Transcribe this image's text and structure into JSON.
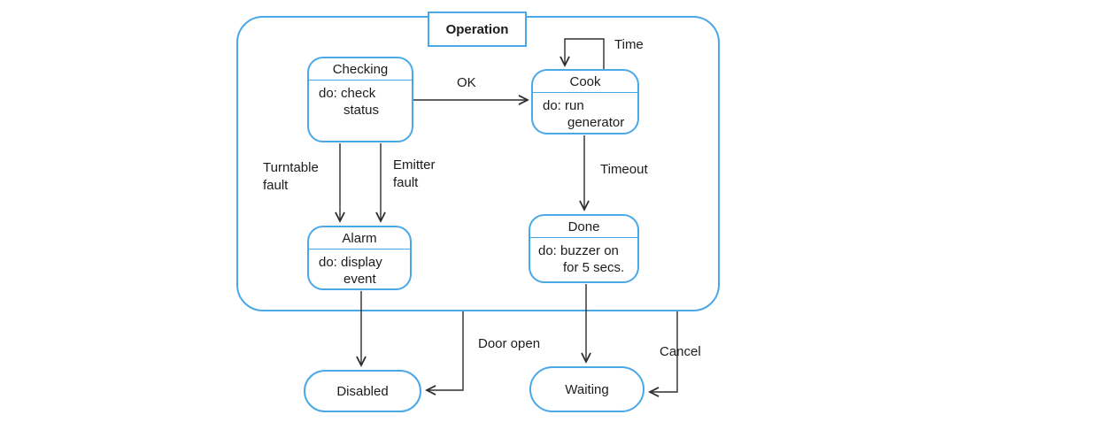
{
  "diagram": {
    "type": "uml-statechart",
    "title": "Operation",
    "colors": {
      "accent_blue": "#4aa8e8",
      "line_color": "#2e2e2e",
      "text_color": "#1c1c1c",
      "background": "#ffffff"
    },
    "composite_state": {
      "label": "Operation",
      "children": [
        "Checking",
        "Cook",
        "Alarm",
        "Done"
      ]
    },
    "states": {
      "checking": {
        "name": "Checking",
        "action": "do: check status",
        "action_lines": [
          "do: check",
          "status"
        ]
      },
      "cook": {
        "name": "Cook",
        "action": "do: run generator",
        "action_lines": [
          "do: run",
          "generator"
        ]
      },
      "alarm": {
        "name": "Alarm",
        "action": "do: display event",
        "action_lines": [
          "do: display",
          "event"
        ]
      },
      "done": {
        "name": "Done",
        "action": "do: buzzer on for 5 secs.",
        "action_lines": [
          "do: buzzer on",
          "for 5 secs."
        ]
      },
      "disabled": {
        "name": "Disabled"
      },
      "waiting": {
        "name": "Waiting"
      }
    },
    "transitions": {
      "time": {
        "label": "Time",
        "from": "Cook",
        "to": "Cook"
      },
      "ok": {
        "label": "OK",
        "from": "Checking",
        "to": "Cook"
      },
      "turntable_fault": {
        "label": "Turntable fault",
        "lines": [
          "Turntable",
          "fault"
        ],
        "from": "Checking",
        "to": "Alarm"
      },
      "emitter_fault": {
        "label": "Emitter fault",
        "lines": [
          "Emitter",
          "fault"
        ],
        "from": "Checking",
        "to": "Alarm"
      },
      "timeout": {
        "label": "Timeout",
        "from": "Cook",
        "to": "Done"
      },
      "alarm_to_disabled": {
        "label": "",
        "from": "Alarm",
        "to": "Disabled"
      },
      "done_to_waiting": {
        "label": "",
        "from": "Done",
        "to": "Waiting"
      },
      "door_open": {
        "label": "Door open",
        "from": "Operation",
        "to": "Disabled"
      },
      "cancel": {
        "label": "Cancel",
        "from": "Operation",
        "to": "Waiting"
      }
    }
  }
}
